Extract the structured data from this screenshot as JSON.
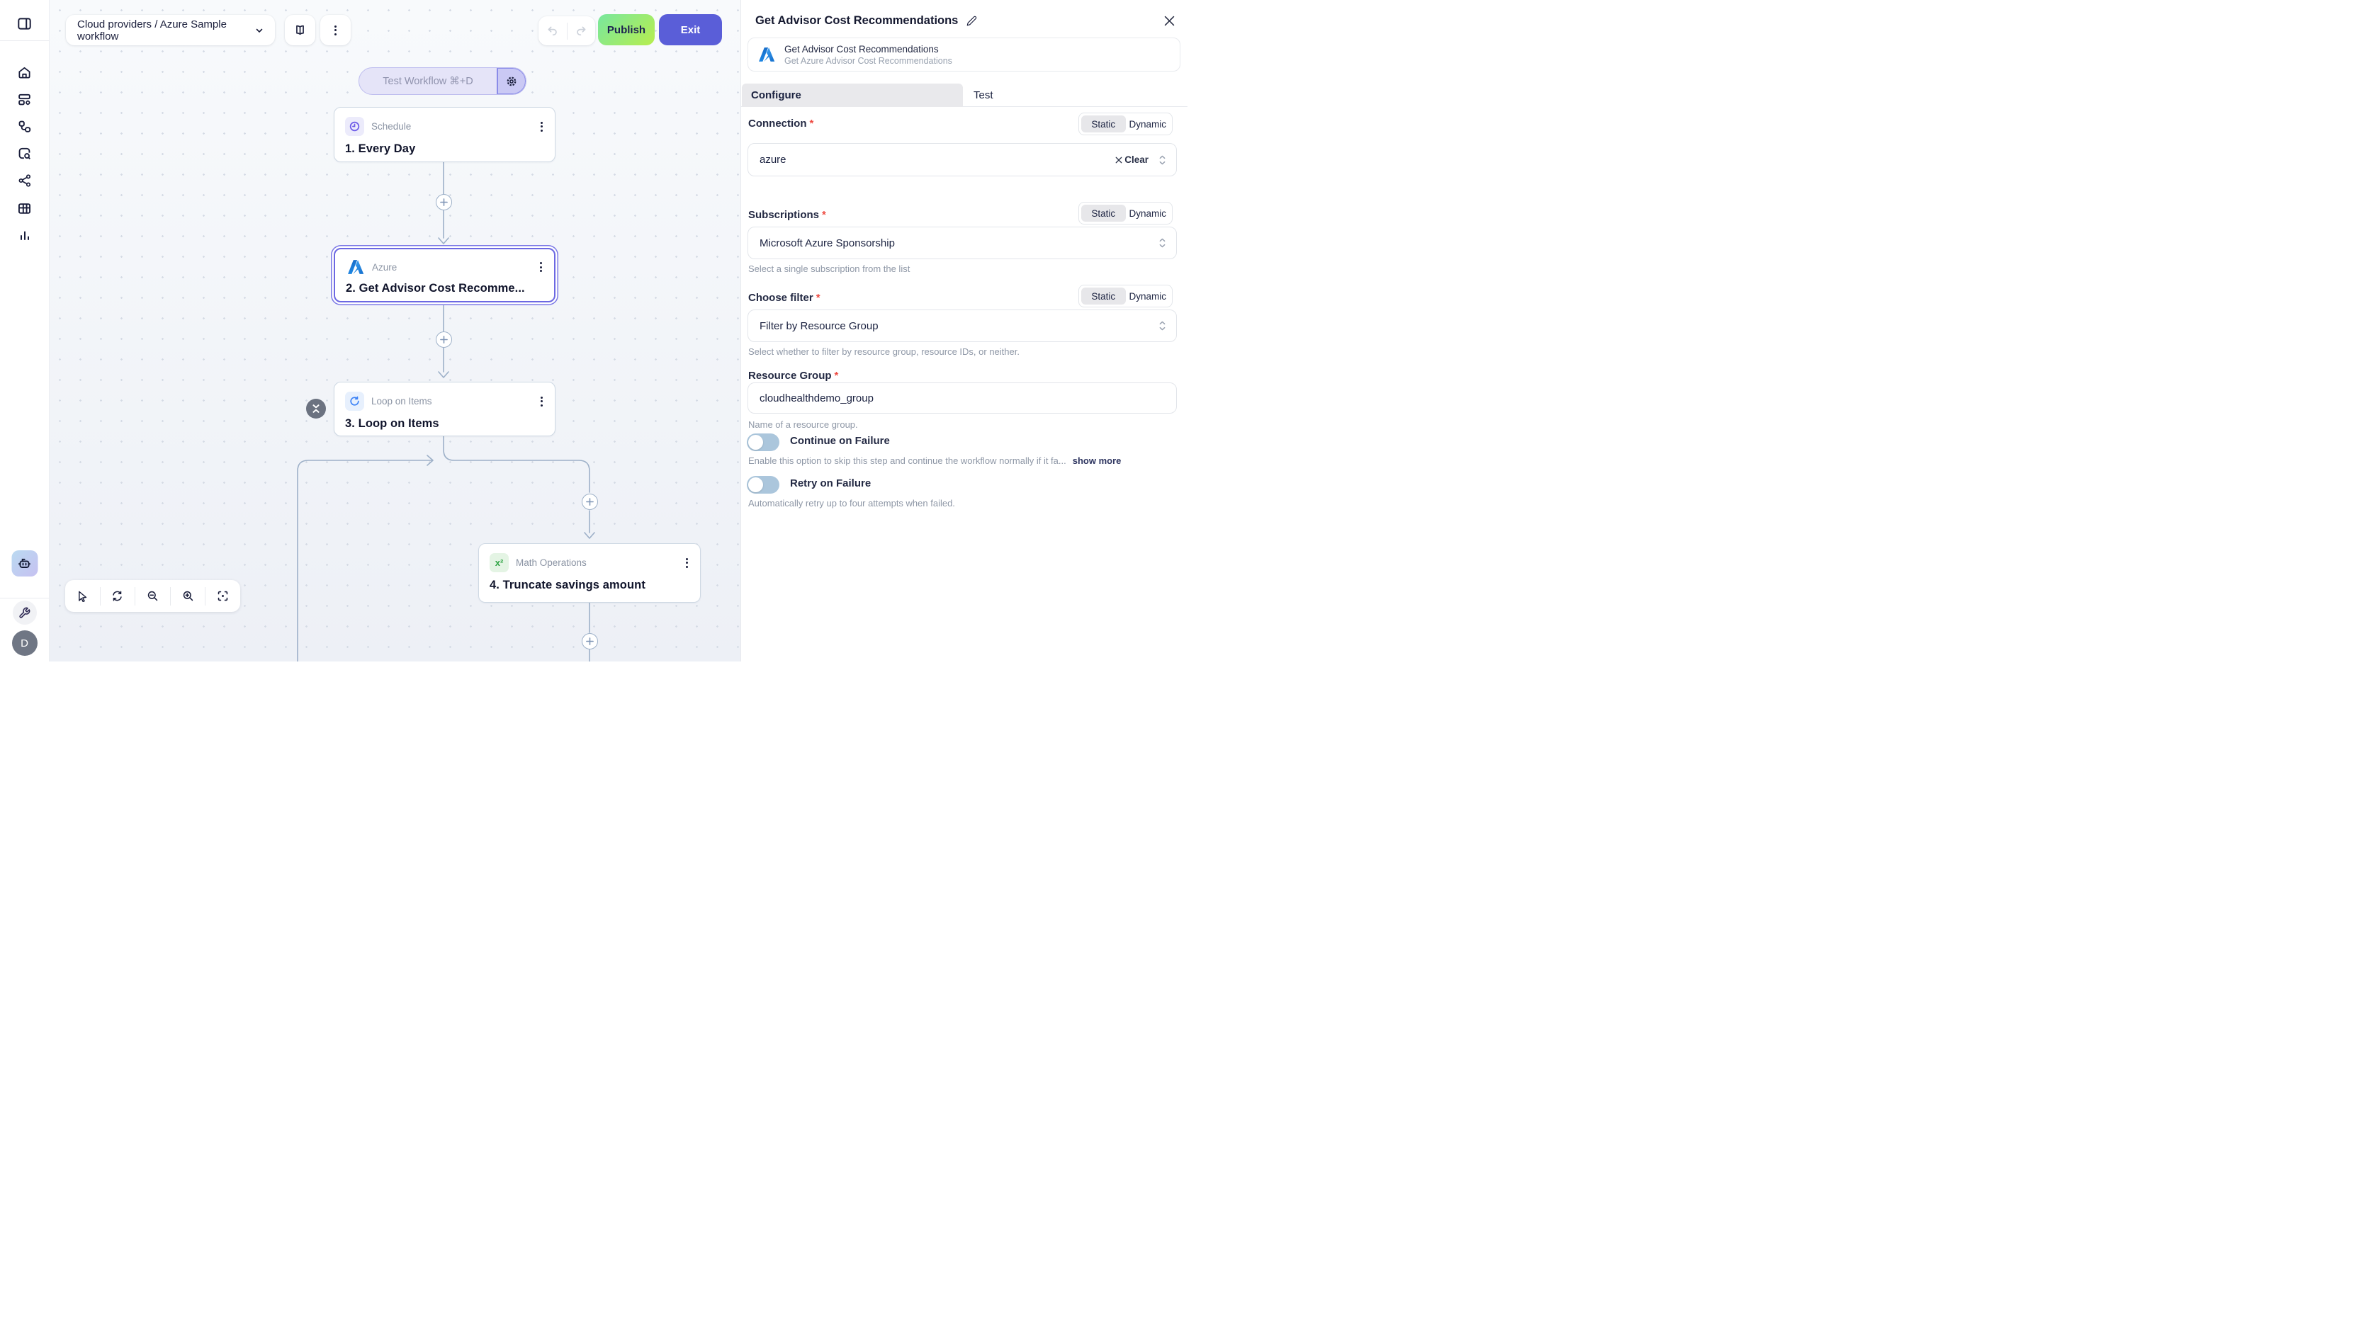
{
  "topbar": {
    "workflow_selector": "Cloud providers / Azure Sample workflow",
    "publish": "Publish",
    "exit": "Exit"
  },
  "canvas": {
    "test_button": "Test Workflow ⌘+D",
    "nodes": [
      {
        "app": "Schedule",
        "title": "1. Every Day"
      },
      {
        "app": "Azure",
        "title": "2. Get Advisor Cost Recomme..."
      },
      {
        "app": "Loop on Items",
        "title": "3. Loop on Items"
      },
      {
        "app": "Math Operations",
        "title": "4. Truncate savings amount",
        "icon_glyph": "x²"
      }
    ]
  },
  "panel": {
    "title": "Get Advisor Cost Recommendations",
    "app_name": "Get Advisor Cost Recommendations",
    "app_description": "Get Azure Advisor Cost Recommendations",
    "tabs": {
      "configure": "Configure",
      "test": "Test"
    },
    "toggle_options": {
      "static": "Static",
      "dynamic": "Dynamic"
    },
    "required_marker": "*",
    "connection": {
      "label": "Connection",
      "value": "azure",
      "clear": "Clear"
    },
    "subscriptions": {
      "label": "Subscriptions",
      "value": "Microsoft Azure Sponsorship",
      "helper": "Select a single subscription from the list"
    },
    "choose_filter": {
      "label": "Choose filter",
      "value": "Filter by Resource Group",
      "helper": "Select whether to filter by resource group, resource IDs, or neither."
    },
    "resource_group": {
      "label": "Resource Group",
      "value": "cloudhealthdemo_group",
      "helper": "Name of a resource group."
    },
    "continue_on_failure": {
      "label": "Continue on Failure",
      "helper": "Enable this option to skip this step and continue the workflow normally if it fa...",
      "link": "show more"
    },
    "retry_on_failure": {
      "label": "Retry on Failure",
      "helper": "Automatically retry up to four attempts when failed."
    }
  },
  "sidebar": {
    "avatar_initial": "D"
  },
  "colors": {
    "accent_purple": "#6c68e2",
    "publish_gradient": [
      "#78e79e",
      "#b7ee4e"
    ],
    "exit_button": "#5a5ed8",
    "edge": "#9db0c8",
    "toggle_off": "#abc6dc",
    "required": "#ee4b42"
  }
}
